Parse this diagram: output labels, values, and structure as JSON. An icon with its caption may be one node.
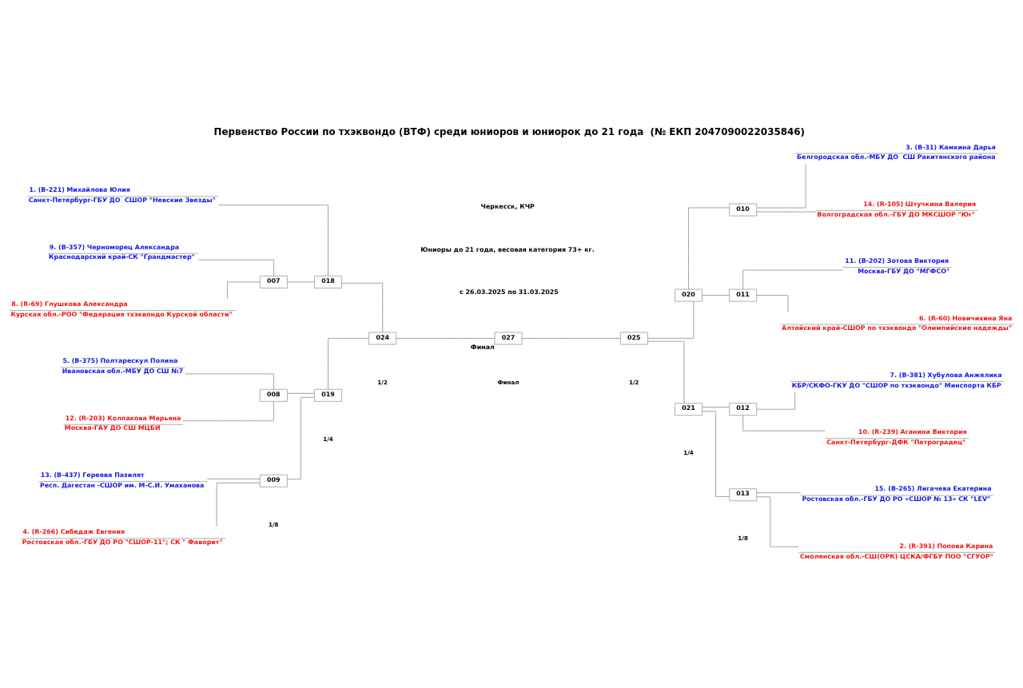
{
  "diagram": {
    "title": "Первенство России по тхэквондо (ВТФ) среди юниоров и юниорок до 21 года  (№ ЕКП 2047090022035846)",
    "nodes": [
      {
        "text": [
          "3. (B-31) Камкина Дарья",
          "Белгородская обл.-МБУ ДО  СШ Ракитянского района"
        ]
      },
      {
        "text": [
          "1. (B-221) Михайлова Юлия",
          "Санкт-Петербург-ГБУ ДО  СШОР \"Невские Звезды\""
        ]
      },
      {
        "text": [
          "010"
        ]
      },
      {
        "text": [
          "14. (R-105) Штучкина Валерия",
          "Волгоградская обл.-ГБУ ДО МКСШОР \"Юг\""
        ]
      },
      {
        "text": [
          "018"
        ]
      },
      {
        "text": [
          "020"
        ]
      },
      {
        "text": [
          "9. (B-357) Черноморец Александра",
          "Краснодарский край-СК \"Грандмастер\""
        ]
      },
      {
        "text": [
          "11. (B-202) Зотова Виктория",
          "Москва-ГБУ ДО \"МГФСО\""
        ]
      },
      {
        "text": [
          "007"
        ]
      },
      {
        "text": [
          "011"
        ]
      },
      {
        "text": [
          "8. (R-69) Глушкова Александра",
          "Курская обл.-РОО \"Федерация тхэквондо Курской области\""
        ]
      },
      {
        "text": [
          "6. (R-60) Новичихина Яна",
          "Алтайский край-СШОР по тхэквондо \"Олимпийские надежды\""
        ]
      },
      {
        "text": [
          "024"
        ]
      },
      {
        "text": [
          "027"
        ],
        "beside": [
          "Финал"
        ]
      },
      {
        "text": [
          "025"
        ]
      },
      {
        "text": [
          "5. (B-375) Полтарескул Полина",
          "Ивановская обл.-МБУ ДО СШ №7"
        ]
      },
      {
        "text": [
          "7. (B-381) Хубулова Анжелика",
          "КБР/СКФО-ГКУ ДО \"СШОР по тхэквондо\" Минспорта КБР"
        ]
      },
      {
        "text": [
          "008"
        ]
      },
      {
        "text": [
          "012"
        ]
      },
      {
        "text": [
          "12. (R-203) Колпакова Марьяна",
          "Москва-ГАУ ДО СШ МЦБИ"
        ]
      },
      {
        "text": [
          "10. (R-239) Аганина Виктория",
          "Санкт-Петербург-ДФК \"Петроградец\""
        ]
      },
      {
        "text": [
          "019"
        ]
      },
      {
        "text": [
          "021"
        ]
      },
      {
        "text": [
          "13. (B-437) Гереева Пазилят",
          "Респ. Дагестан -СШОР им. М-С.И. Умаханова"
        ]
      },
      {
        "text": [
          "15. (B-265) Лигачева Екатерина",
          "Ростовская обл.-ГБУ ДО РО «СШОР № 13» СК \"LEV\""
        ]
      },
      {
        "text": [
          "009"
        ]
      },
      {
        "text": [
          "013"
        ]
      },
      {
        "text": [
          "4. (R-266) Сибедаж Евгения",
          "Ростовская обл.-ГБУ ДО РО \"СШОР-11\"; СК \" Фаворит\""
        ]
      },
      {
        "text": [
          "2. (R-391) Попова Карина",
          "Смоленская обл.-СШ(ОРК) ЦСКА/ФГБУ ПОО \"СГУОР\""
        ]
      }
    ],
    "edges": [
      {
        "from": 1,
        "to": 4,
        "arrow": "none"
      },
      {
        "from": 6,
        "to": 8,
        "arrow": "none"
      },
      {
        "from": 10,
        "to": 8,
        "arrow": "none"
      },
      {
        "from": 8,
        "to": 4,
        "arrow": "none"
      },
      {
        "from": 15,
        "to": 17,
        "arrow": "none"
      },
      {
        "from": 19,
        "to": 17,
        "arrow": "none"
      },
      {
        "from": 23,
        "to": 25,
        "arrow": "none"
      },
      {
        "from": 27,
        "to": 25,
        "arrow": "none"
      },
      {
        "from": 17,
        "to": 21,
        "arrow": "none"
      },
      {
        "from": 25,
        "to": 21,
        "arrow": "none"
      },
      {
        "from": 4,
        "to": 12,
        "arrow": "none"
      },
      {
        "from": 21,
        "to": 12,
        "arrow": "none"
      },
      {
        "from": 12,
        "to": 13,
        "arrow": "none"
      },
      {
        "from": 13,
        "to": 14,
        "arrow": "none"
      },
      {
        "from": 14,
        "to": 5,
        "arrow": "none"
      },
      {
        "from": 14,
        "to": 22,
        "arrow": "none"
      },
      {
        "from": 5,
        "to": 2,
        "arrow": "none"
      },
      {
        "from": 5,
        "to": 9,
        "arrow": "none"
      },
      {
        "from": 22,
        "to": 18,
        "arrow": "none"
      },
      {
        "from": 22,
        "to": 26,
        "arrow": "none"
      },
      {
        "from": 2,
        "to": 0,
        "arrow": "none"
      },
      {
        "from": 2,
        "to": 3,
        "arrow": "none"
      },
      {
        "from": 9,
        "to": 7,
        "arrow": "none"
      },
      {
        "from": 9,
        "to": 11,
        "arrow": "none"
      },
      {
        "from": 18,
        "to": 16,
        "arrow": "none"
      },
      {
        "from": 18,
        "to": 20,
        "arrow": "none"
      },
      {
        "from": 26,
        "to": 24,
        "arrow": "none"
      },
      {
        "from": 26,
        "to": 28,
        "arrow": "none"
      }
    ],
    "labels": [
      "Черкесск, КЧР",
      "Юниоры до 21 года, весовая категория 73+ кг.",
      "с 26.03.2025 по 31.03.2025",
      "1/8",
      "1/4",
      "1/2",
      "Финал",
      "1/2",
      "1/4",
      "1/8"
    ]
  }
}
